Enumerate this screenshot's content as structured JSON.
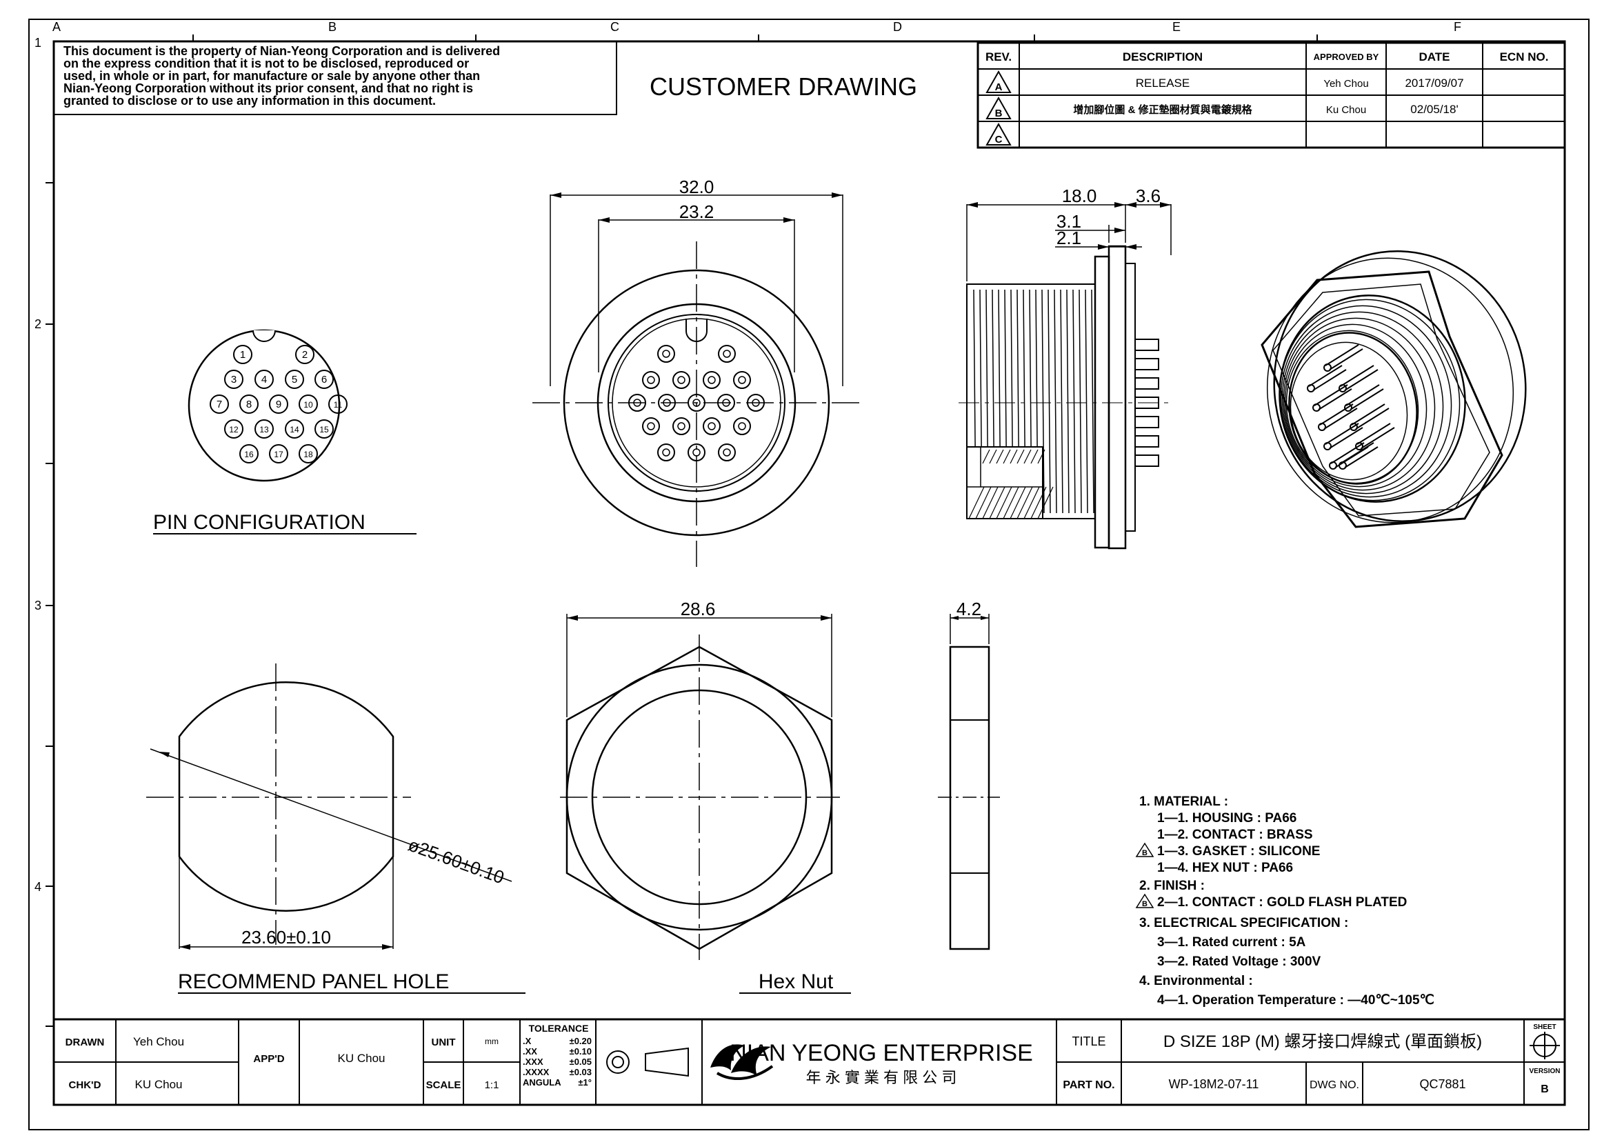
{
  "notice": [
    "This document is the property of Nian-Yeong Corporation and is delivered",
    "on  the  express condition that it is not to be disclosed, reproduced or",
    "used, in whole or in part, for manufacture or sale by anyone other than",
    "Nian-Yeong Corporation without  its prior consent, and that  no right  is",
    "granted to disclose or to use any information in this  document."
  ],
  "heading": "CUSTOMER  DRAWING",
  "border": {
    "columns": [
      "A",
      "B",
      "C",
      "D",
      "E",
      "F"
    ],
    "rows": [
      "1",
      "2",
      "3",
      "4"
    ]
  },
  "revision_table": {
    "headers": [
      "REV.",
      "DESCRIPTION",
      "APPROVED BY",
      "DATE",
      "ECN NO."
    ],
    "rows": [
      {
        "rev": "A",
        "description": "RELEASE",
        "approved": "Yeh Chou",
        "date": "2017/09/07",
        "ecn": ""
      },
      {
        "rev": "B",
        "description": "增加腳位圖  &  修正墊圈材質與電鍍規格",
        "approved": "Ku Chou",
        "date": "02/05/18'",
        "ecn": ""
      },
      {
        "rev": "C",
        "description": "",
        "approved": "",
        "date": "",
        "ecn": ""
      }
    ]
  },
  "pin_configuration": {
    "title": "PIN  CONFIGURATION",
    "pins": [
      "1",
      "2",
      "3",
      "4",
      "5",
      "6",
      "7",
      "8",
      "9",
      "10",
      "11",
      "12",
      "13",
      "14",
      "15",
      "16",
      "17",
      "18"
    ]
  },
  "dimensions": {
    "front_outer": "32.0",
    "front_inner": "23.2",
    "side_length": "18.0",
    "side_flange": "3.6",
    "side_step1": "3.1",
    "side_step2": "2.1",
    "hex_width": "28.6",
    "nut_thickness": "4.2",
    "panel_diameter": "ø25.60±0.10",
    "panel_flat": "23.60±0.10"
  },
  "view_labels": {
    "panel_hole": "RECOMMEND  PANEL  HOLE",
    "hex_nut": "Hex  Nut"
  },
  "notes": [
    {
      "text": "1.  MATERIAL  :",
      "indent": 0,
      "rev": ""
    },
    {
      "text": "1—1.  HOUSING  :  PA66",
      "indent": 1,
      "rev": ""
    },
    {
      "text": "1—2.  CONTACT  :  BRASS",
      "indent": 1,
      "rev": ""
    },
    {
      "text": "1—3.  GASKET  :  SILICONE",
      "indent": 1,
      "rev": "B"
    },
    {
      "text": "1—4.  HEX  NUT  :  PA66",
      "indent": 1,
      "rev": ""
    },
    {
      "text": "2.  FINISH  :",
      "indent": 0,
      "rev": ""
    },
    {
      "text": "2—1.  CONTACT  :  GOLD  FLASH  PLATED",
      "indent": 1,
      "rev": "B"
    },
    {
      "text": "3.  ELECTRICAL  SPECIFICATION  :",
      "indent": 0,
      "rev": ""
    },
    {
      "text": "3—1.  Rated  current  :  5A",
      "indent": 1,
      "rev": ""
    },
    {
      "text": "3—2.  Rated  Voltage  :  300V",
      "indent": 1,
      "rev": ""
    },
    {
      "text": "4.  Environmental  :",
      "indent": 0,
      "rev": ""
    },
    {
      "text": "4—1.  Operation  Temperature  :  —40℃~105℃",
      "indent": 1,
      "rev": ""
    }
  ],
  "title_block": {
    "drawn_label": "DRAWN",
    "drawn": "Yeh Chou",
    "chkd_label": "CHK'D",
    "chkd": "KU Chou",
    "appd_label": "APP'D",
    "appd": "KU Chou",
    "unit_label": "UNIT",
    "unit": "mm",
    "scale_label": "SCALE",
    "scale": "1:1",
    "tolerance_title": "TOLERANCE",
    "tolerances": [
      {
        "k": ".X",
        "v": "±0.20"
      },
      {
        "k": ".XX",
        "v": "±0.10"
      },
      {
        "k": ".XXX",
        "v": "±0.05"
      },
      {
        "k": ".XXXX",
        "v": "±0.03"
      },
      {
        "k": "ANGULA",
        "v": "±1°"
      }
    ],
    "company": "NIAN YEONG ENTERPRISE",
    "company_cn": "年 永 實 業 有 限 公 司",
    "title_label": "TITLE",
    "title": "D SIZE 18P (M) 螺牙接口焊線式 (單面鎖板)",
    "part_label": "PART NO.",
    "part_no": "WP-18M2-07-11",
    "dwg_label": "DWG NO.",
    "dwg_no": "QC7881",
    "sheet_label": "SHEET",
    "version_label": "VERSION",
    "version": "B"
  }
}
